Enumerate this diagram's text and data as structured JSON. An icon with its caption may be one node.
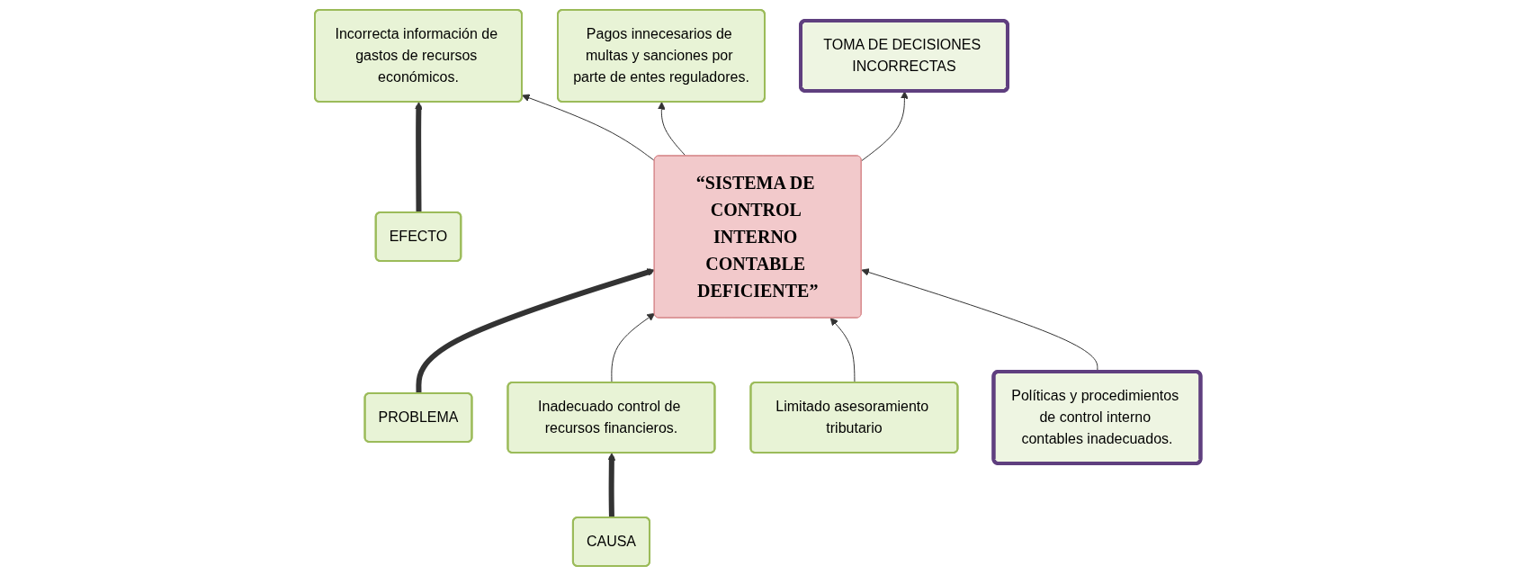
{
  "diagram": {
    "nodes": [
      {
        "text": [
          "EFECTO"
        ]
      },
      {
        "text": [
          "Incorrecta información de gastos de recursos económicos."
        ]
      },
      {
        "text": [
          "Pagos innecesarios de multas y sanciones por parte de entes reguladores."
        ]
      },
      {
        "text": [
          "TOMA DE DECISIONES INCORRECTAS"
        ]
      },
      {
        "text": [
          "PROBLEMA"
        ]
      },
      {
        "text": [
          "“SISTEMA DE CONTROL INTERNO CONTABLE DEFICIENTE”"
        ]
      },
      {
        "text": [
          "CAUSA"
        ]
      },
      {
        "text": [
          "Inadecuado control de recursos financieros."
        ]
      },
      {
        "text": [
          "Limitado asesoramiento tributario"
        ]
      },
      {
        "text": [
          "Políticas y procedimientos de control interno contables inadecuados."
        ]
      }
    ],
    "edges": [
      {
        "from": 0,
        "to": 1,
        "arrow": "to",
        "style": "thick"
      },
      {
        "from": 5,
        "to": 1,
        "arrow": "to"
      },
      {
        "from": 5,
        "to": 2,
        "arrow": "to"
      },
      {
        "from": 5,
        "to": 3,
        "arrow": "to"
      },
      {
        "from": 4,
        "to": 5,
        "arrow": "to",
        "style": "thick"
      },
      {
        "from": 7,
        "to": 5,
        "arrow": "to"
      },
      {
        "from": 8,
        "to": 5,
        "arrow": "to"
      },
      {
        "from": 9,
        "to": 5,
        "arrow": "to"
      },
      {
        "from": 6,
        "to": 7,
        "arrow": "to",
        "style": "thick"
      }
    ]
  }
}
